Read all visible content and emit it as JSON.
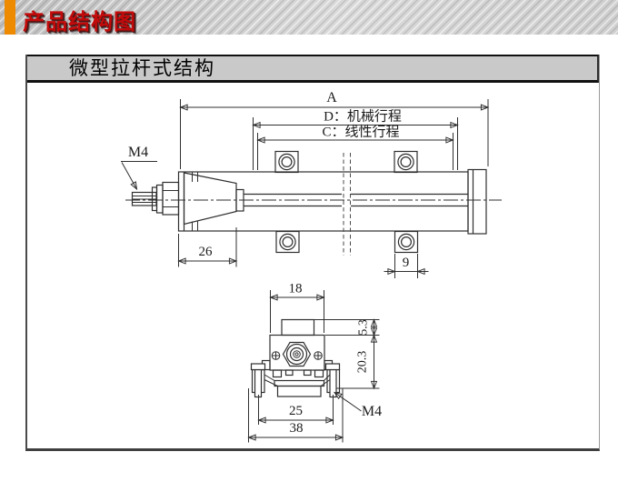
{
  "header": {
    "title": "产品结构图"
  },
  "section": {
    "title": "微型拉杆式结构"
  },
  "drawing": {
    "side_view": {
      "dim_total_length": "A",
      "dim_mechanical_travel": "D：机械行程",
      "dim_linear_travel": "C：线性行程",
      "dim_front_section": "26",
      "dim_bracket_width": "9",
      "rod_thread_label": "M4"
    },
    "end_view": {
      "dim_body_width": "18",
      "dim_top_height": "5.3",
      "dim_body_height": "20.3",
      "dim_bolt_spacing": "25",
      "dim_foot_width": "38",
      "bolt_thread_label": "M4"
    }
  }
}
